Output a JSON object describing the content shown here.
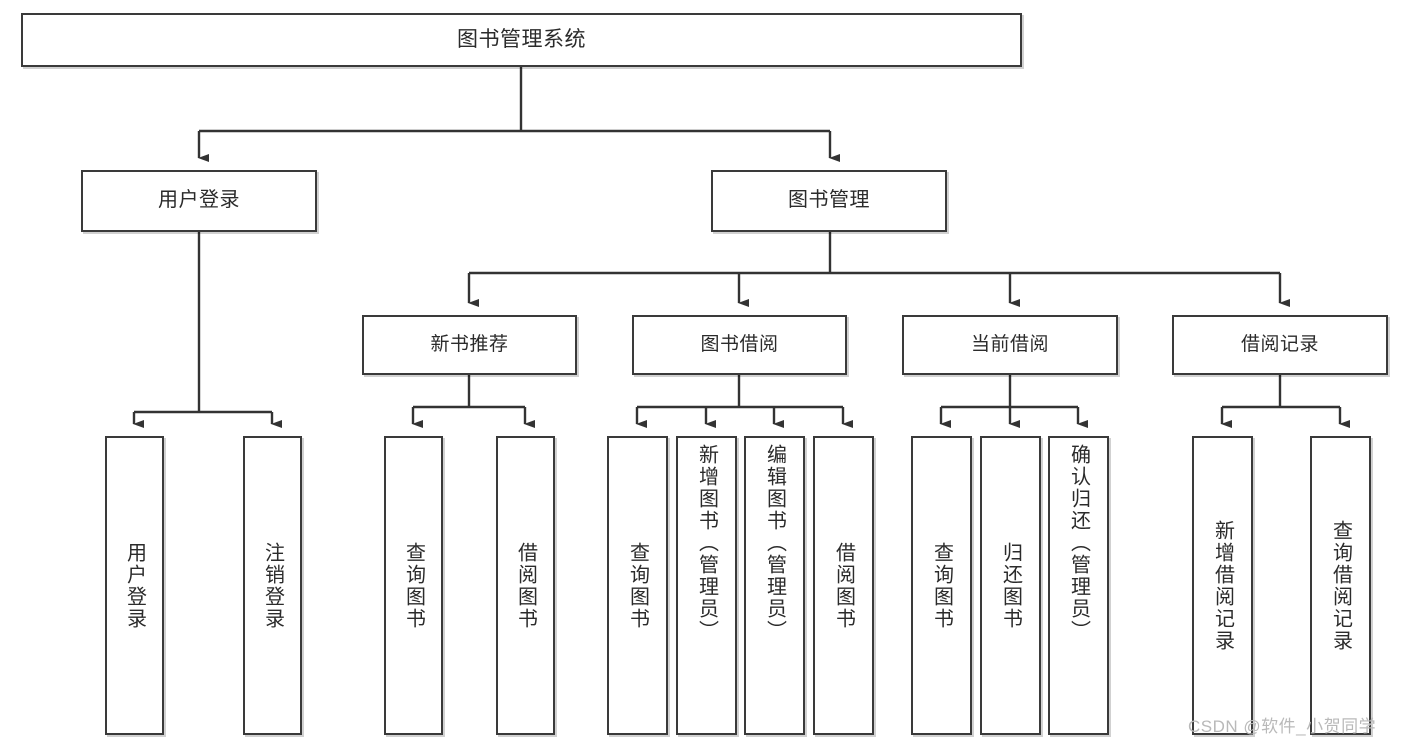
{
  "diagram": {
    "type": "tree-hierarchy-chart",
    "title": "图书管理系统",
    "nodes": {
      "root": {
        "label": "图书管理系统"
      },
      "user_login": {
        "label": "用户登录"
      },
      "book_manage": {
        "label": "图书管理"
      },
      "new_book_rec": {
        "label": "新书推荐"
      },
      "book_borrow": {
        "label": "图书借阅"
      },
      "current_borrow": {
        "label": "当前借阅"
      },
      "borrow_record": {
        "label": "借阅记录"
      },
      "leaf_user_login": {
        "label": "用户登录"
      },
      "leaf_user_logout": {
        "label": "注销登录"
      },
      "leaf_query_book_1": {
        "label": "查询图书"
      },
      "leaf_borrow_book_1": {
        "label": "借阅图书"
      },
      "leaf_query_book_2": {
        "label": "查询图书"
      },
      "leaf_add_book": {
        "label": "新增图书（管理员）"
      },
      "leaf_edit_book": {
        "label": "编辑图书（管理员）"
      },
      "leaf_borrow_book_2": {
        "label": "借阅图书"
      },
      "leaf_query_book_3": {
        "label": "查询图书"
      },
      "leaf_return_book": {
        "label": "归还图书"
      },
      "leaf_confirm_return": {
        "label": "确认归还（管理员）"
      },
      "leaf_add_record": {
        "label": "新增借阅记录"
      },
      "leaf_query_record": {
        "label": "查询借阅记录"
      }
    },
    "colors": {
      "box_border": "#3a3a3a",
      "box_fill": "#ffffff",
      "text": "#2b2b2b",
      "edge": "#333333",
      "watermark": "#b9b9b9"
    }
  },
  "watermark": {
    "text": "CSDN @软件_小贺同学"
  }
}
